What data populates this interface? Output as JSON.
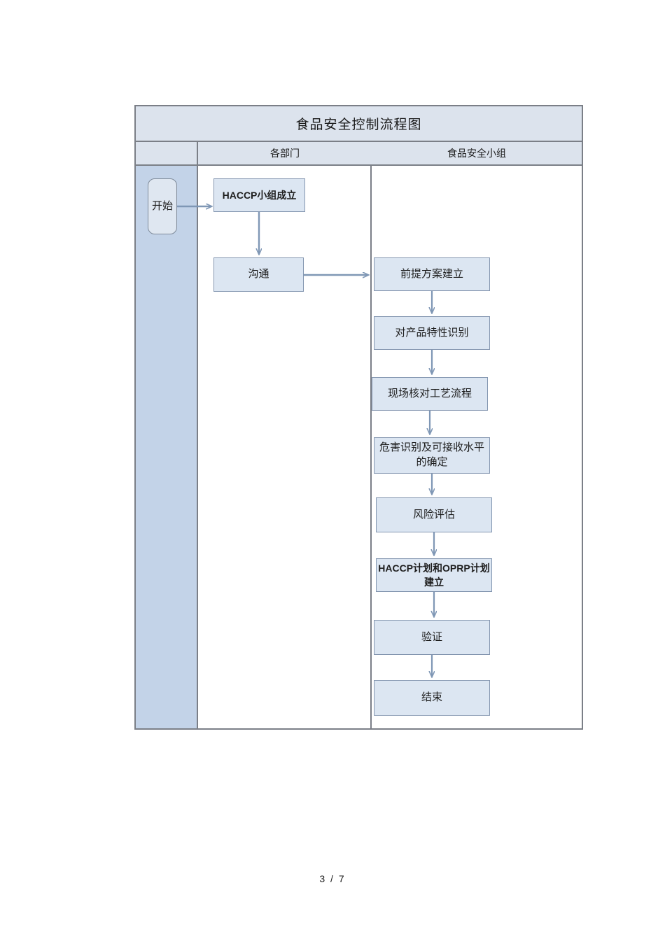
{
  "document": {
    "page_indicator": "3 / 7"
  },
  "table": {
    "title": "食品安全控制流程图",
    "columns": [
      {
        "key": "swimlane-corner",
        "label": ""
      },
      {
        "key": "departments",
        "label": "各部门"
      },
      {
        "key": "food-safety-team",
        "label": "食品安全小组"
      }
    ]
  },
  "flow": {
    "start_node": {
      "label": "开始",
      "lane": "swimlane-corner"
    },
    "department_nodes": [
      {
        "id": "haccp-team-formed",
        "label": "HACCP小组成立",
        "lane": "departments"
      },
      {
        "id": "communication",
        "label": "沟通",
        "lane": "departments"
      }
    ],
    "team_nodes": [
      {
        "id": "prerequisite-programs",
        "label": "前提方案建立",
        "lane": "food-safety-team"
      },
      {
        "id": "product-characteristics",
        "label": "对产品特性识别",
        "lane": "food-safety-team"
      },
      {
        "id": "verify-process-flow",
        "label": "现场核对工艺流程",
        "lane": "food-safety-team"
      },
      {
        "id": "hazard-identification",
        "label": "危害识别及可接收水平的确定",
        "lane": "food-safety-team"
      },
      {
        "id": "risk-assessment",
        "label": "风险评估",
        "lane": "food-safety-team"
      },
      {
        "id": "haccp-oprp-plan",
        "label": "HACCP计划和OPRP计划建立",
        "lane": "food-safety-team"
      },
      {
        "id": "verification",
        "label": "验证",
        "lane": "food-safety-team"
      },
      {
        "id": "end",
        "label": "结束",
        "lane": "food-safety-team"
      }
    ],
    "connections": [
      {
        "from": "start",
        "to": "haccp-team-formed",
        "direction": "right"
      },
      {
        "from": "haccp-team-formed",
        "to": "communication",
        "direction": "down"
      },
      {
        "from": "communication",
        "to": "prerequisite-programs",
        "direction": "right"
      },
      {
        "from": "prerequisite-programs",
        "to": "product-characteristics",
        "direction": "down"
      },
      {
        "from": "product-characteristics",
        "to": "verify-process-flow",
        "direction": "down"
      },
      {
        "from": "verify-process-flow",
        "to": "hazard-identification",
        "direction": "down"
      },
      {
        "from": "hazard-identification",
        "to": "risk-assessment",
        "direction": "down"
      },
      {
        "from": "risk-assessment",
        "to": "haccp-oprp-plan",
        "direction": "down"
      },
      {
        "from": "haccp-oprp-plan",
        "to": "verification",
        "direction": "down"
      },
      {
        "from": "verification",
        "to": "end",
        "direction": "down"
      }
    ]
  },
  "colors": {
    "node_fill": "#dce6f2",
    "node_border": "#8496b0",
    "header_fill": "#dce3ed",
    "lane_fill": "#c3d3e8",
    "table_border": "#7b7f87",
    "connector": "#7f97b5"
  }
}
